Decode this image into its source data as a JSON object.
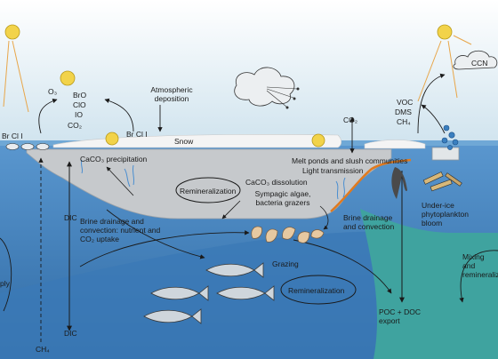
{
  "labels": {
    "br_cl_left": "Br Cl I",
    "o3": "O₃",
    "bro": "BrO",
    "clo": "ClO",
    "io": "IO",
    "co2_air_left": "CO₂",
    "br_cl_mid": "Br Cl I",
    "atmospheric_deposition": "Atmospheric deposition",
    "snow": "Snow",
    "caco3_precipitation": "CaCO₃ precipitation",
    "remineralization_ice": "Remineralization",
    "caco3_dissolution": "CaCO₃ dissolution",
    "sympagic": "Sympagic algae, bacteria grazers",
    "dic_upper": "DIC",
    "brine_left": "Brine drainage and convection: nutrient and CO₂ uptake",
    "co2_air_right": "CO₂",
    "voc": "VOC",
    "dms": "DMS",
    "ch4_air": "CH₄",
    "ccn": "CCN",
    "melt_ponds": "Melt ponds and slush communities",
    "light_transmission": "Light transmission",
    "brine_right": "Brine drainage and convection",
    "under_ice": "Under-ice phytoplankton bloom",
    "grazing": "Grazing",
    "remineralization_water": "Remineralization",
    "mixing": "Mixing and remineralization",
    "poc_doc": "POC + DOC export",
    "dic_lower": "DIC",
    "ch4_bottom": "CH₄",
    "left_edge": "ply"
  },
  "colors": {
    "sky_top": "#ffffff",
    "sky_bottom": "#cfe3ee",
    "water_surface": "#4e8ec9",
    "water_deep": "#2d6aa6",
    "shelf_band": "#3f7fbe",
    "teal_region": "#3fa3a0",
    "ice": "#c6c9cc",
    "snow": "#f4f4f4",
    "sun": "#f2d34a",
    "orange_line": "#e07a1f"
  }
}
